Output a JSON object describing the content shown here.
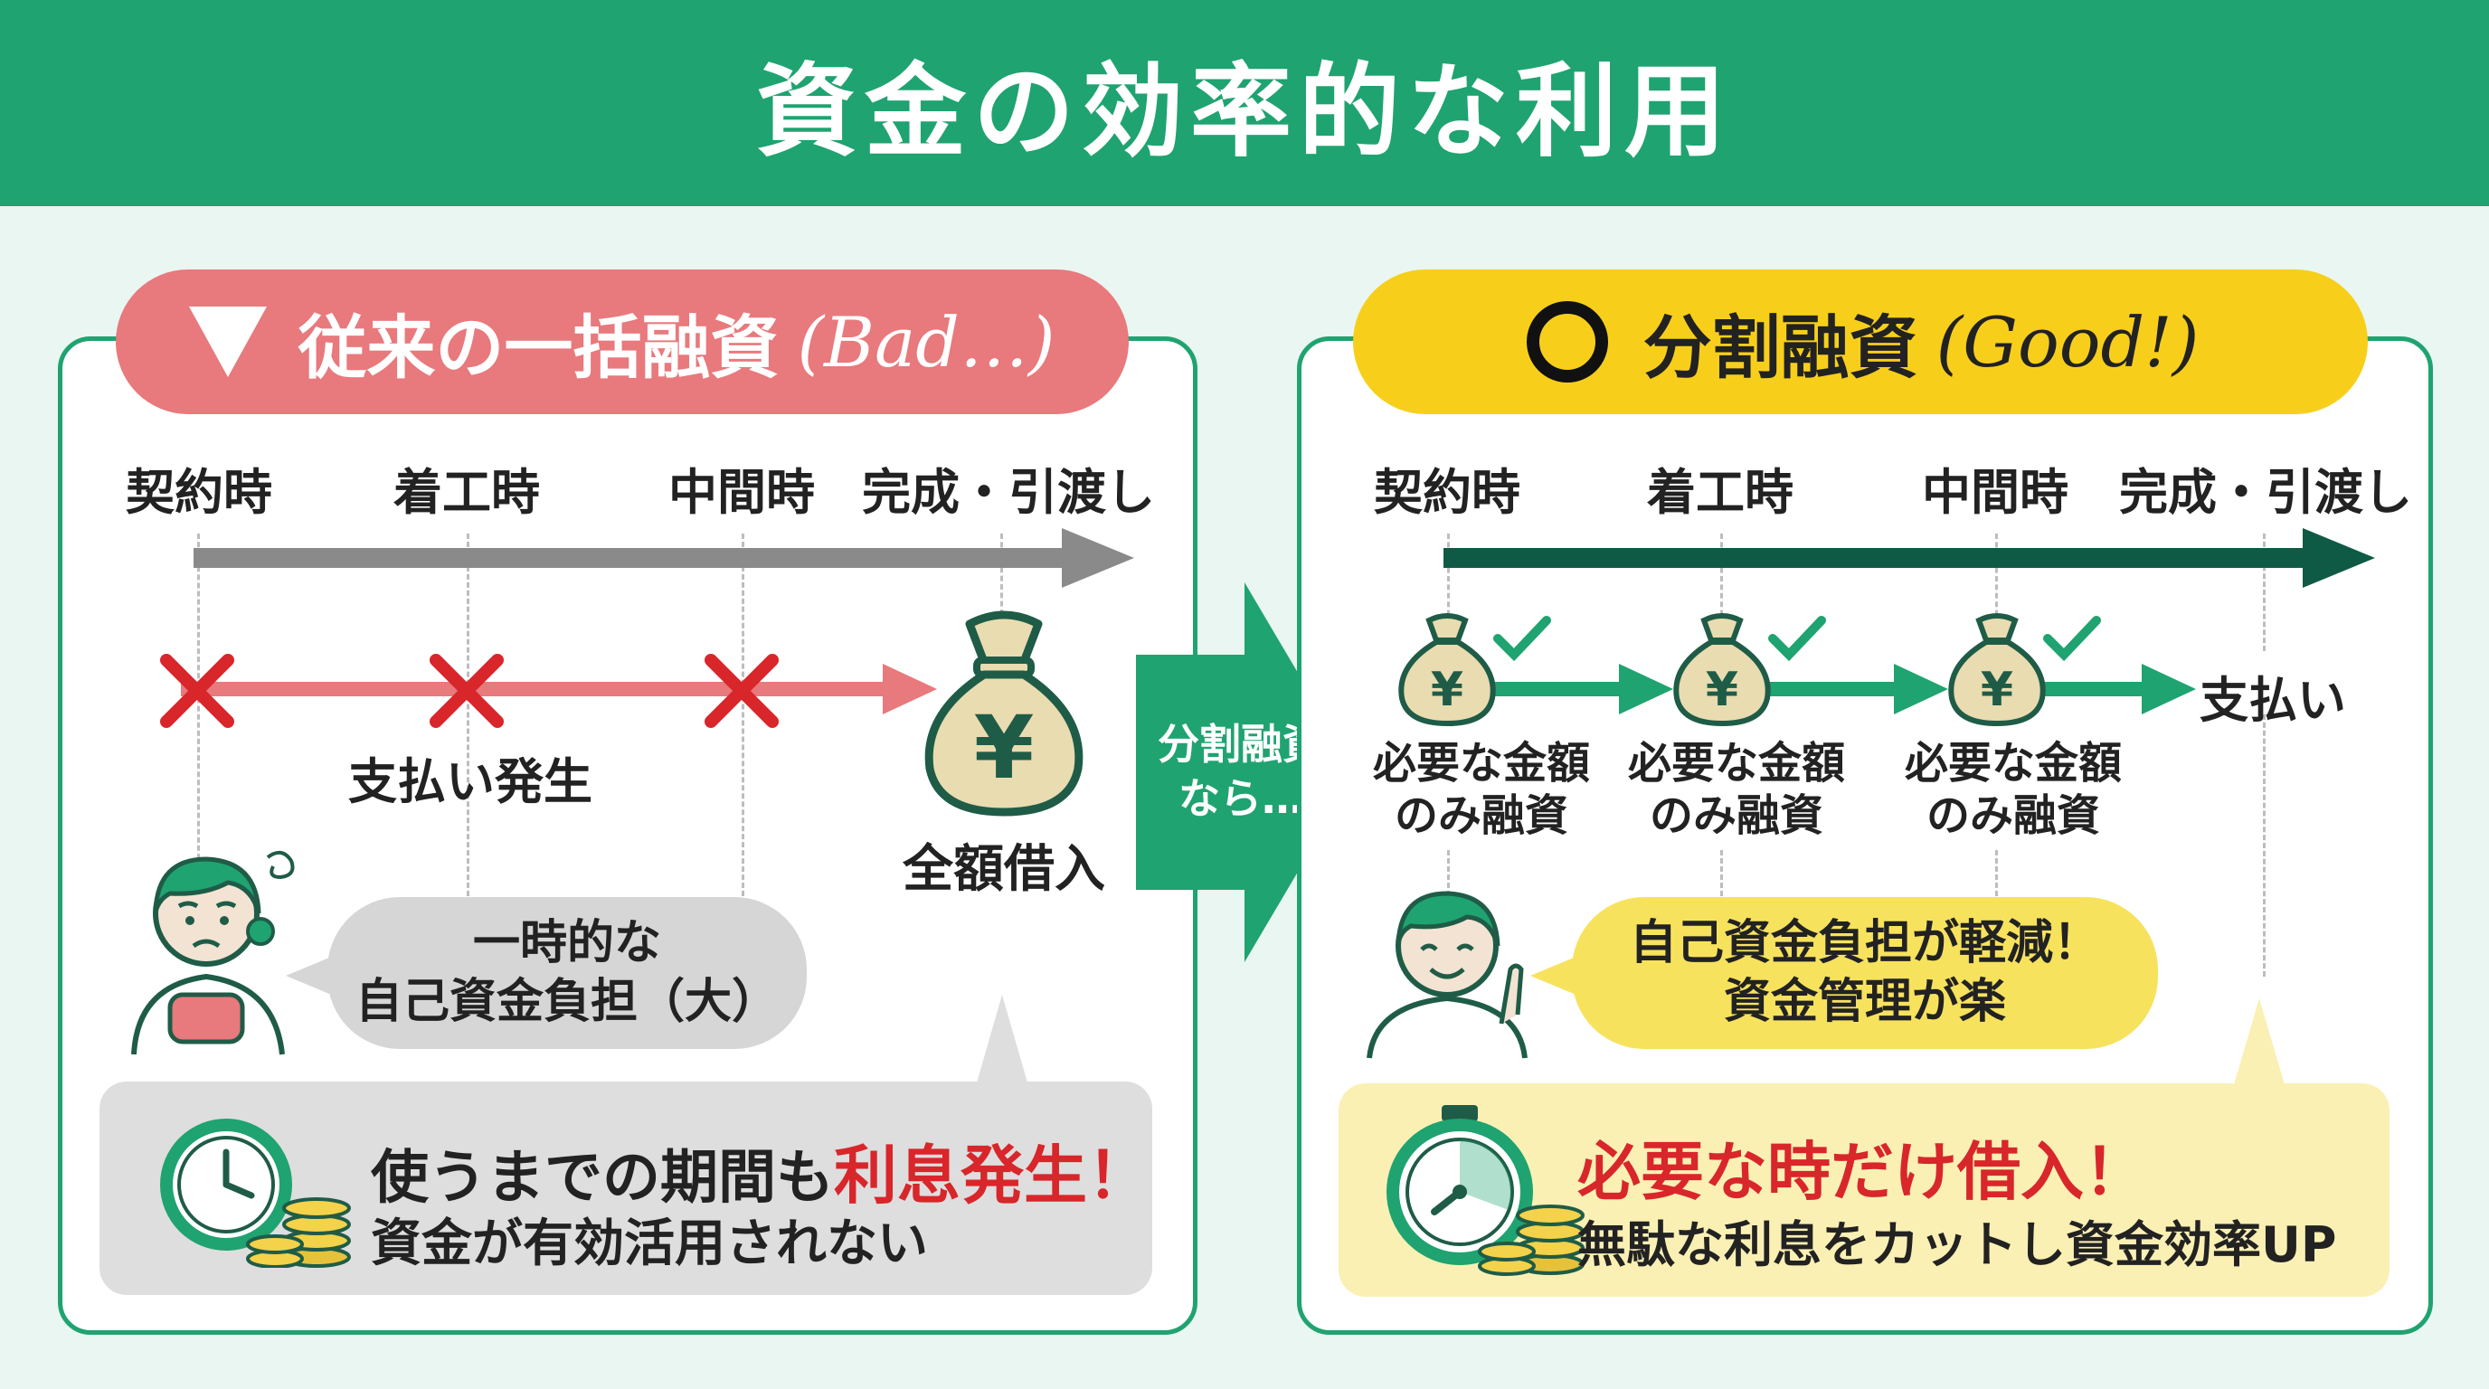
{
  "title": "資金の効率的な利用",
  "colors": {
    "green": "#1fa371",
    "dark_green": "#0f5a45",
    "red": "#d8262b",
    "pink": "#e8797c",
    "yellow": "#f7cf1b",
    "gray": "#8a8a8a"
  },
  "left": {
    "header_mark": "▼",
    "header_label": "従来の一括融資",
    "header_tag": "(Bad…)",
    "stages": [
      "契約時",
      "着工時",
      "中間時",
      "完成・引渡し"
    ],
    "payment_label": "支払い発生",
    "loan_label": "全額借入",
    "bubble_line1": "一時的な",
    "bubble_line2": "自己資金負担（大）",
    "note_line1_prefix": "使うまでの期間も",
    "note_line1_emph": "利息発生！",
    "note_line2": "資金が有効活用されない",
    "icons": [
      "x-mark-icon",
      "money-bag-yen-icon",
      "clock-icon",
      "coins-icon",
      "worried-person-icon"
    ]
  },
  "middle": {
    "arrow_line1": "分割融資",
    "arrow_line2": "なら…"
  },
  "right": {
    "header_mark": "○",
    "header_label": "分割融資",
    "header_tag": "(Good!)",
    "stages": [
      "契約時",
      "着工時",
      "中間時",
      "完成・引渡し"
    ],
    "step_line1": "必要な金額",
    "step_line2": "のみ融資",
    "payment_label": "支払い",
    "bubble_line1": "自己資金負担が軽減！",
    "bubble_line2": "資金管理が楽",
    "note_line1": "必要な時だけ借入！",
    "note_line2": "無駄な利息をカットし資金効率UP",
    "icons": [
      "money-bag-yen-icon",
      "check-icon",
      "stopwatch-icon",
      "coins-icon",
      "smiling-person-icon"
    ]
  }
}
